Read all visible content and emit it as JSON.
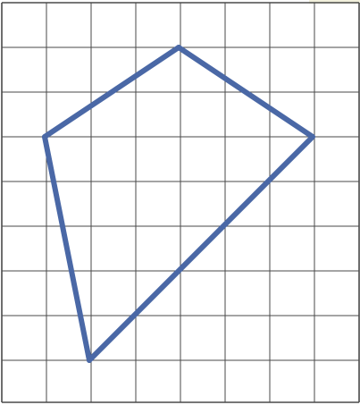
{
  "grid": {
    "columns": 8,
    "rows": 9,
    "line_color": "#4a4a4a",
    "background": "#ffffff"
  },
  "shape": {
    "type": "quadrilateral",
    "stroke_color": "#4a68a6",
    "vertices_grid": [
      {
        "col": 4,
        "row": 1
      },
      {
        "col": 7,
        "row": 3
      },
      {
        "col": 2,
        "row": 8
      },
      {
        "col": 1,
        "row": 3
      }
    ]
  },
  "corner_accent_color": "#f2f0dc"
}
